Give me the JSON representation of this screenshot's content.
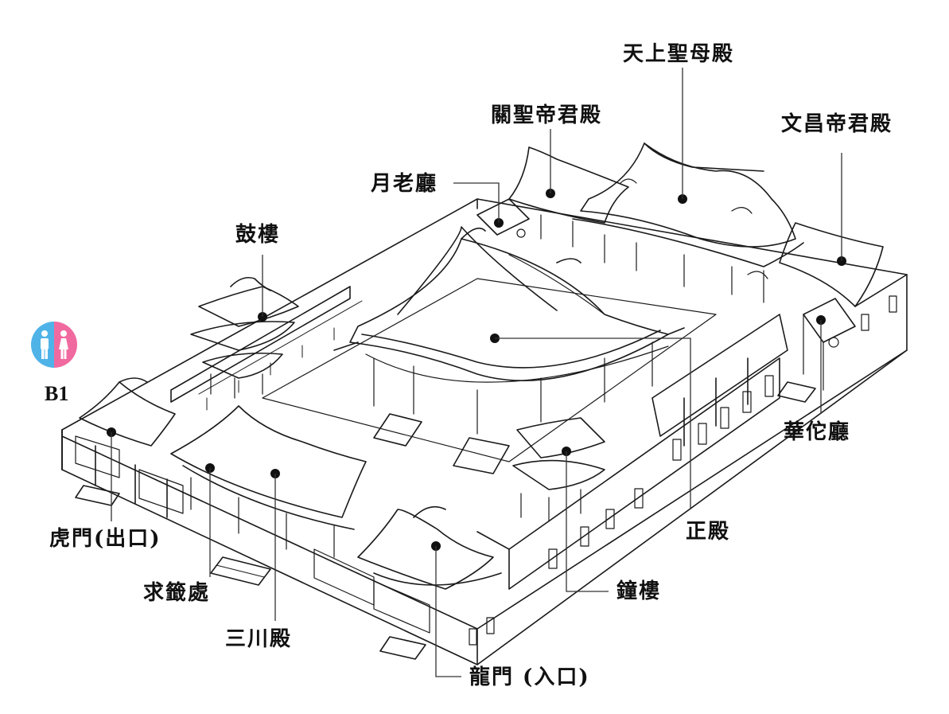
{
  "labels": {
    "tianshang": "天上聖母殿",
    "guansheng": "關聖帝君殿",
    "wenchang": "文昌帝君殿",
    "yuelao": "月老廳",
    "gulou": "鼓樓",
    "huatuo": "華佗廳",
    "zhengdian": "正殿",
    "humen": "虎門(出口)",
    "qiuqian": "求籤處",
    "sanchuan": "三川殿",
    "zhonglou": "鐘樓",
    "longmen": "龍門 (入口)"
  },
  "restroom": {
    "floor": "B1",
    "icon": "restroom-icon"
  },
  "colors": {
    "ink": "#111111",
    "male": "#4fb3e8",
    "female": "#f06aa0",
    "paper": "#ffffff"
  }
}
